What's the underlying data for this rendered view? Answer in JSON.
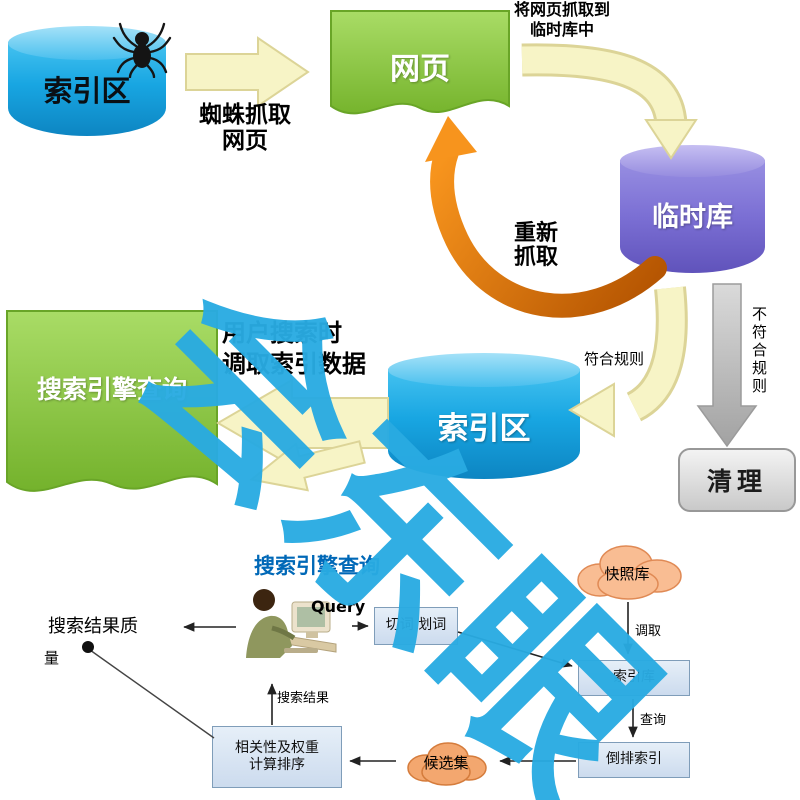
{
  "colors": {
    "cyan": "#1ab0e8",
    "purple": "#8a7fd6",
    "green": "#8cc63f",
    "cream_arrow": "#f7f4c6",
    "orange_arrow": "#f7931e",
    "gray_arrow": "#b5b5b5",
    "watermark_blue": "#29abe2",
    "title_blue": "#0068b7",
    "box_blue": "#d9e7f5"
  },
  "watermark_text": "会东眼",
  "icons": {
    "spider": "spider-icon",
    "person": "person-at-computer-icon",
    "snapshot_cloud": "cloud-shape",
    "candidate_cloud": "cloud-shape"
  },
  "top_flow": {
    "crawl_db_label": "索引区",
    "fetch_label_1": "蜘蛛抓取",
    "fetch_label_2": "网页",
    "webpage_label": "网页",
    "to_temp_1": "将网页抓取到",
    "to_temp_2": "临时库中",
    "temp_db_label": "临时库",
    "refetch_1": "重新",
    "refetch_2": "抓取",
    "match_rule": "符合规则",
    "not_match_rule": "不符合规则",
    "clean_label": "清理",
    "index_db_label": "索引区",
    "index_note_1": "用户搜索时",
    "index_note_2": "调取索引数据",
    "query_doc_label": "搜索引擎查询"
  },
  "bottom_flow": {
    "title": "搜索引擎查询",
    "query": "Query",
    "segment_box": "切词 划词",
    "snapshot_cloud": "快照库",
    "fetch_step": "调取",
    "index_store": "索引库",
    "query_step": "查询",
    "inverted_index": "倒排索引",
    "candidate": "候选集",
    "rank_1": "相关性及权重",
    "rank_2": "计算排序",
    "return_step": "搜索结果",
    "quality_note_1": "搜索结果质",
    "quality_note_2": "量"
  }
}
